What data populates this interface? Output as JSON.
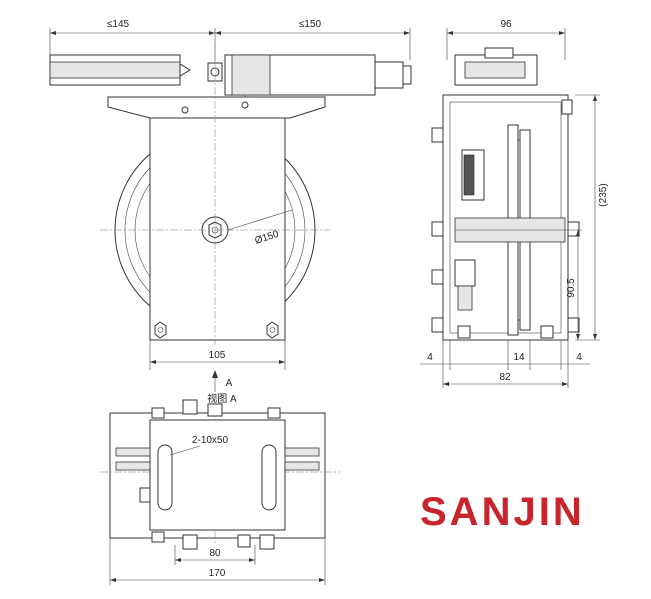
{
  "front_view": {
    "dim_left_width": "≤145",
    "dim_right_width": "≤150",
    "dim_diameter": "Ø150",
    "dim_base_width": "105"
  },
  "view_marker": {
    "arrow_label": "A",
    "view_label": "视图 A"
  },
  "side_view": {
    "dim_top_width": "96",
    "dim_height": "(235)",
    "dim_lower_height": "90.5",
    "dim_left_gap": "4",
    "dim_center_gap": "14",
    "dim_right_gap": "4",
    "dim_base_width": "82"
  },
  "bottom_view": {
    "slot_label": "2-10x50",
    "dim_inner_width": "80",
    "dim_total_width": "170"
  },
  "brand": {
    "logo_text": "SANJIN",
    "logo_color": "#c8242b"
  }
}
